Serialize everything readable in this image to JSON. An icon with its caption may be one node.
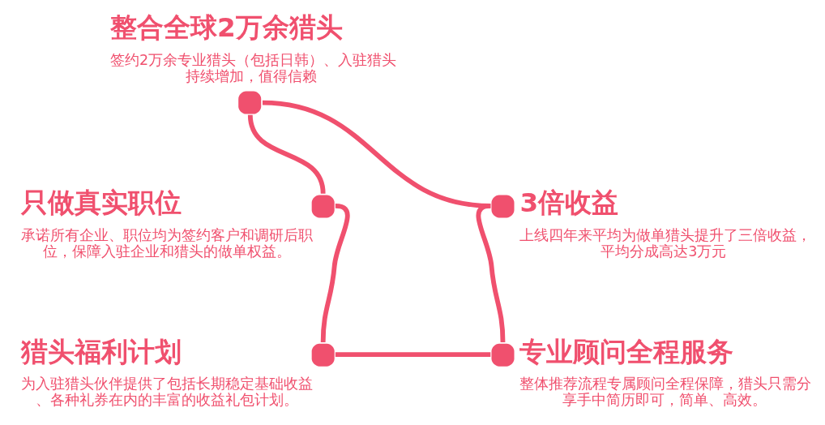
{
  "diagram": {
    "nodes": [
      {
        "text": [
          "整合全球2万余猎头",
          "签约2万余专业猎头（包括日韩）、入驻猎头持续增加，值得信赖"
        ]
      },
      {
        "text": [
          "只做真实职位",
          "承诺所有企业、职位均为签约客户和调研后职位，保障入驻企业和猎头的做单权益。"
        ]
      },
      {
        "text": [
          "3倍收益",
          "上线四年来平均为做单猎头提升了三倍收益，平均分成高达3万元"
        ]
      },
      {
        "text": [
          "猎头福利计划",
          "为入驻猎头伙伴提供了包括长期稳定基础收益、各种礼券在内的丰富的收益礼包计划。"
        ]
      },
      {
        "text": [
          "专业顾问全程服务",
          "整体推荐流程专属顾问全程保障，猎头只需分享手中简历即可，简单、高效。"
        ]
      }
    ],
    "edges": [
      {
        "from": 0,
        "to": 2,
        "arrow": "none"
      },
      {
        "from": 2,
        "to": 4,
        "arrow": "none"
      },
      {
        "from": 4,
        "to": 3,
        "arrow": "none"
      },
      {
        "from": 3,
        "to": 1,
        "arrow": "none"
      },
      {
        "from": 1,
        "to": 0,
        "arrow": "none"
      }
    ]
  }
}
